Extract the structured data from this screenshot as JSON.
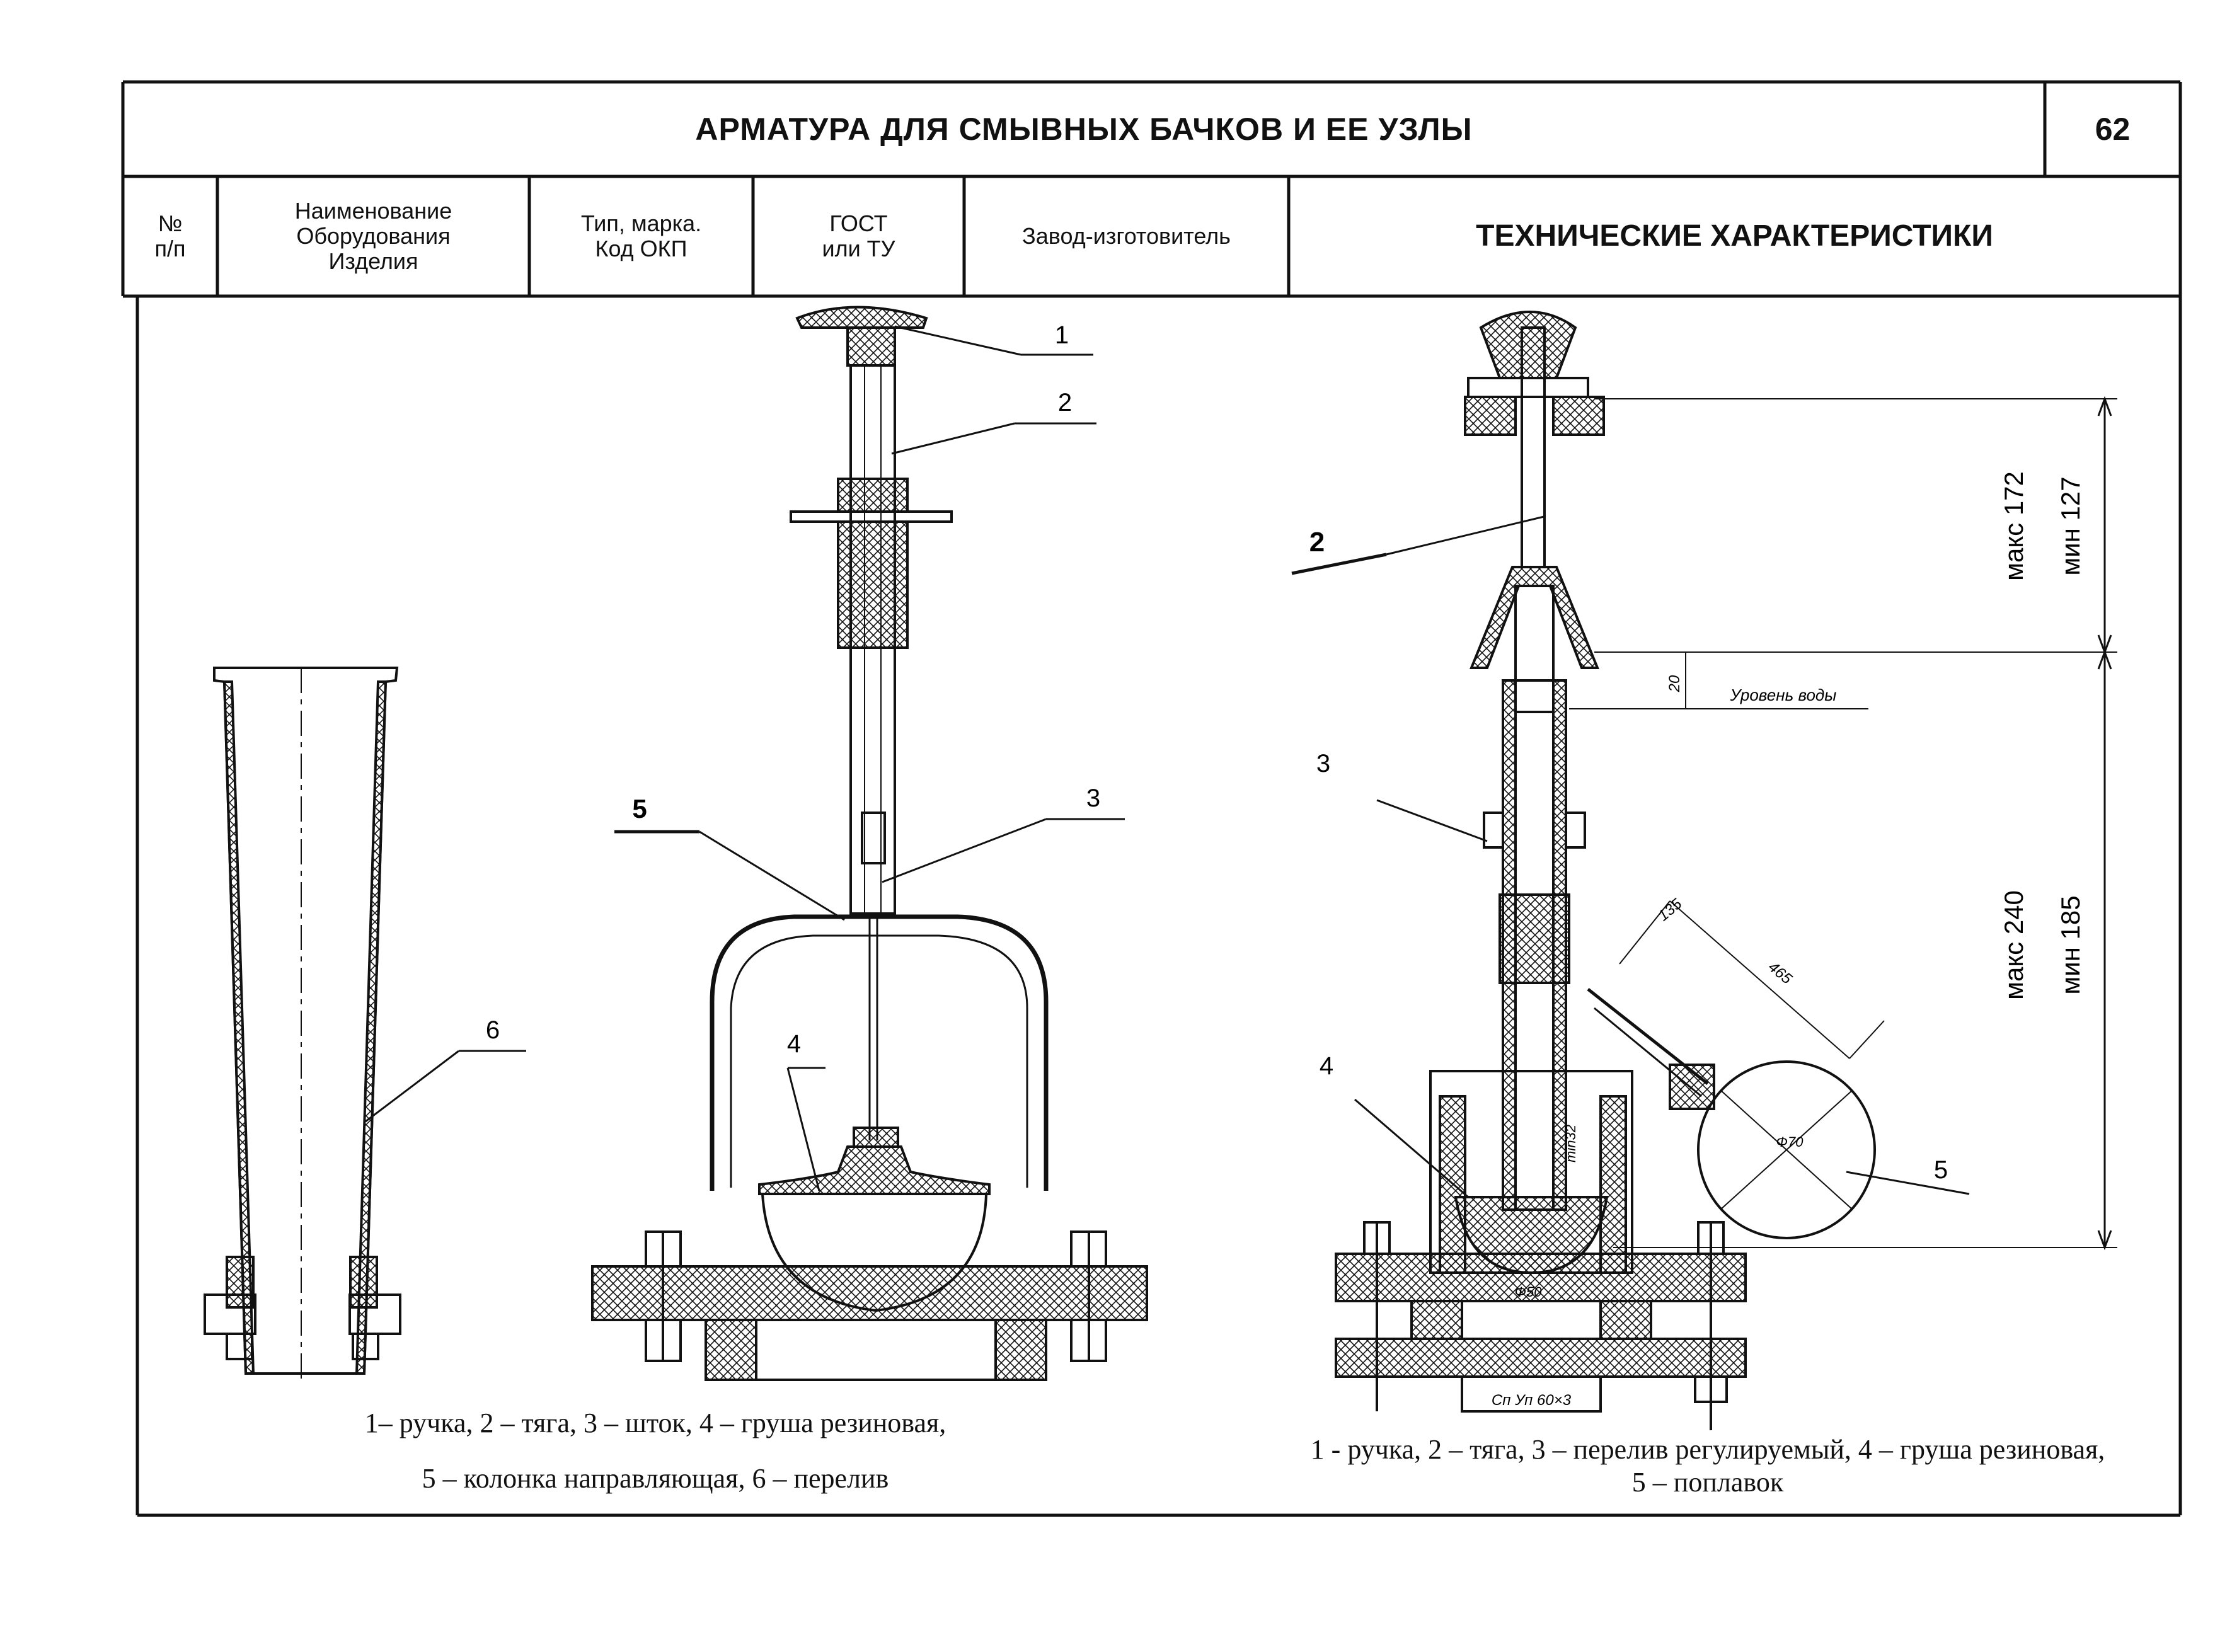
{
  "header": {
    "title": "АРМАТУРА ДЛЯ СМЫВНЫХ БАЧКОВ И ЕЕ УЗЛЫ",
    "page_number": "62"
  },
  "columns": [
    {
      "label": "№\nп/п"
    },
    {
      "label": "Наименование\nОборудования\nИзделия"
    },
    {
      "label": "Тип, марка.\nКод ОКП"
    },
    {
      "label": "ГОСТ\nили ТУ"
    },
    {
      "label": "Завод-изготовитель"
    },
    {
      "label": "ТЕХНИЧЕСКИЕ ХАРАКТЕРИСТИКИ"
    }
  ],
  "drawing_left": {
    "callouts": [
      "1",
      "2",
      "3",
      "4",
      "5",
      "6"
    ],
    "caption_line1": "1– ручка,  2 – тяга,  3 – шток,  4 – груша резиновая,",
    "caption_line2": "5 – колонка направляющая,  6 – перелив"
  },
  "drawing_right": {
    "callouts": [
      "2",
      "3",
      "4",
      "5"
    ],
    "dim_top_max": "макс 172",
    "dim_top_min": "мин 127",
    "dim_bottom_max": "макс 240",
    "dim_bottom_min": "мин 185",
    "water_level": "Уровень воды",
    "dim_20": "20",
    "dim_135": "135",
    "dim_465": "465",
    "dim_phi70": "Φ70",
    "dim_min32": "min32",
    "dim_phi50": "Φ50",
    "dim_thread": "Сп Уп 60×3",
    "caption_line1": "1 -  ручка, 2 – тяга, 3 – перелив регулируемый, 4 – груша резиновая,",
    "caption_line2": "5 – поплавок"
  }
}
